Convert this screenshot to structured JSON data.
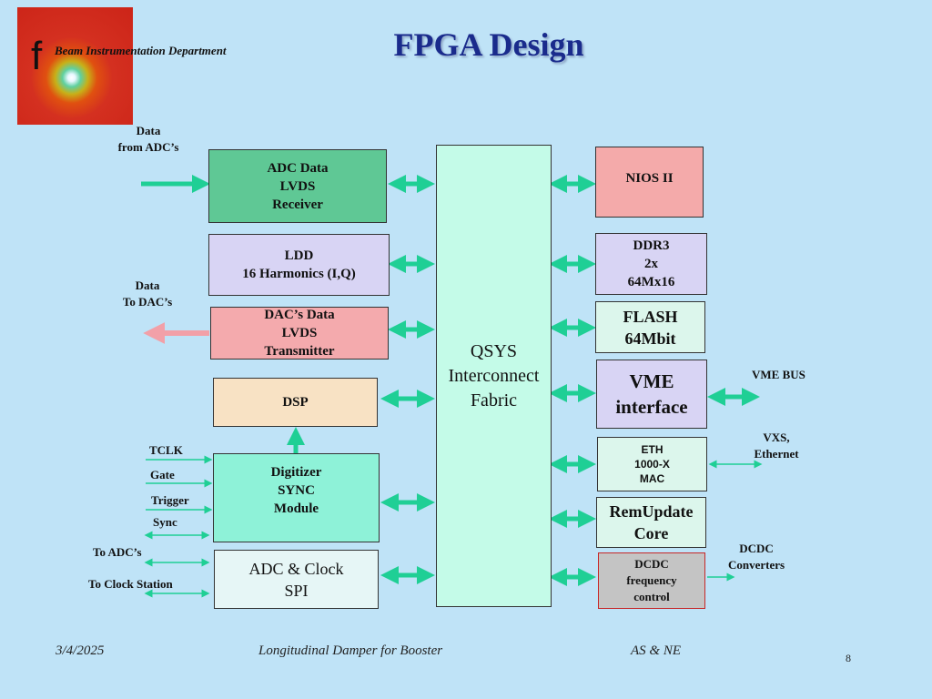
{
  "header": {
    "logo_letter": "f",
    "department": "Beam Instrumentation Department",
    "title": "FPGA Design"
  },
  "left_blocks": {
    "adc_rx": "ADC Data\nLVDS\nReceiver",
    "ldd": "LDD\n16 Harmonics (I,Q)",
    "dac_tx": "DAC’s Data\nLVDS\nTransmitter",
    "dsp": "DSP",
    "sync": "Digitizer\nSYNC\nModule",
    "adc_spi": "ADC & Clock\nSPI"
  },
  "center_block": {
    "qsys": "QSYS\nInterconnect\nFabric"
  },
  "right_blocks": {
    "nios": "NIOS II",
    "ddr3": "DDR3\n2x\n64Mx16",
    "flash": "FLASH\n64Mbit",
    "vme": "VME\ninterface",
    "eth": "ETH\n1000-X\nMAC",
    "remupdate": "RemUpdate\nCore",
    "dcdc": "DCDC\nfrequency\ncontrol"
  },
  "side_labels": {
    "data_from_adc": "Data\nfrom ADC’s",
    "data_to_dac": "Data\nTo DAC’s",
    "tclk": "TCLK",
    "gate": "Gate",
    "trigger": "Trigger",
    "sync": "Sync",
    "to_adcs": "To ADC’s",
    "to_clock": "To Clock Station",
    "vme_bus": "VME BUS",
    "vxs": "VXS,\nEthernet",
    "dcdc_conv": "DCDC\nConverters"
  },
  "footer": {
    "date": "3/4/2025",
    "talk": "Longitudinal Damper for Booster",
    "authors": "AS & NE",
    "page": "8"
  },
  "colors": {
    "background": "#bfe3f7",
    "title": "#1a2b8c",
    "arrow_teal": "#1fcf95",
    "arrow_pink": "#f2a0a8",
    "adc_rx": "#5fc895",
    "ldd": "#d8d4f4",
    "dac_tx": "#f4aaad",
    "dsp": "#f8e2c4",
    "sync": "#8ef2d8",
    "adc_spi": "#e6f6f6",
    "qsys": "#c4fbe8",
    "nios": "#f4aaaa",
    "ddr3": "#d8d4f4",
    "flash": "#dcf6ec",
    "vme": "#d8d4f4",
    "eth": "#dcf6ec",
    "remupdate": "#dcf6ec",
    "dcdc": "#c4c4c4"
  }
}
